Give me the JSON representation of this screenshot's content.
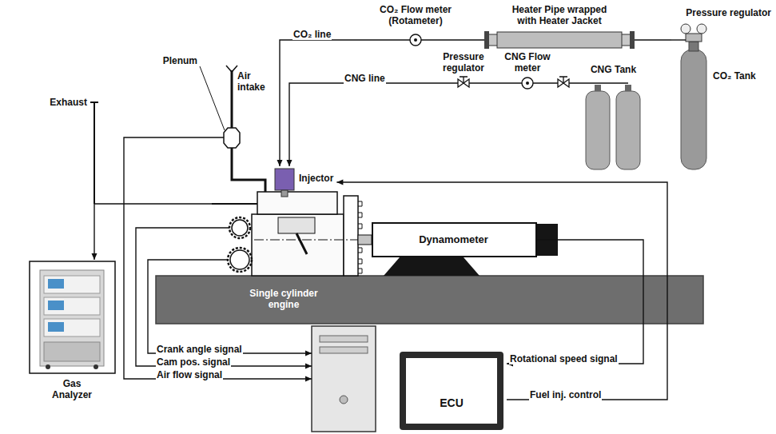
{
  "diagram": {
    "nodes": [
      {
        "text": [
          "Heater Pipe wrapped with Heater Jacket"
        ]
      },
      {
        "text": [
          "CO₂ Tank"
        ]
      },
      {
        "text": [
          "CNG Tank"
        ]
      },
      {
        "text": [
          "Single cylinder engine"
        ]
      },
      {
        "text": [
          "Injector"
        ],
        "in": 3
      },
      {
        "text": [
          "Dynamometer"
        ]
      },
      {
        "text": [
          "Gas Analyzer"
        ]
      },
      {
        "text": [
          "ECU"
        ]
      }
    ],
    "edges": [
      {
        "from": 1,
        "to": 0,
        "arrow": "none"
      },
      {
        "from": 0,
        "to": 4,
        "label": "CO₂ line",
        "arrow": "to"
      },
      {
        "from": 2,
        "to": 4,
        "label": "CNG line",
        "arrow": "to"
      },
      {
        "from": 3,
        "to": 6,
        "arrow": "to"
      },
      {
        "from": 3,
        "to": 7,
        "label": "Crank angle signal",
        "arrow": "to"
      },
      {
        "from": 3,
        "to": 7,
        "label": "Cam pos. signal",
        "arrow": "to"
      },
      {
        "from": 3,
        "to": 7,
        "label": "Air flow signal",
        "arrow": "to"
      },
      {
        "from": 5,
        "to": 7,
        "label": "Rotational speed signal",
        "arrow": "to"
      },
      {
        "from": 7,
        "to": 4,
        "label": "Fuel inj. control",
        "arrow": "to"
      }
    ],
    "labels": [
      "CO₂ Flow meter (Rotameter)",
      "Pressure regulator",
      "Pressure regulator",
      "CNG Flow meter",
      "Plenum",
      "Air intake",
      "Exhaust"
    ]
  }
}
